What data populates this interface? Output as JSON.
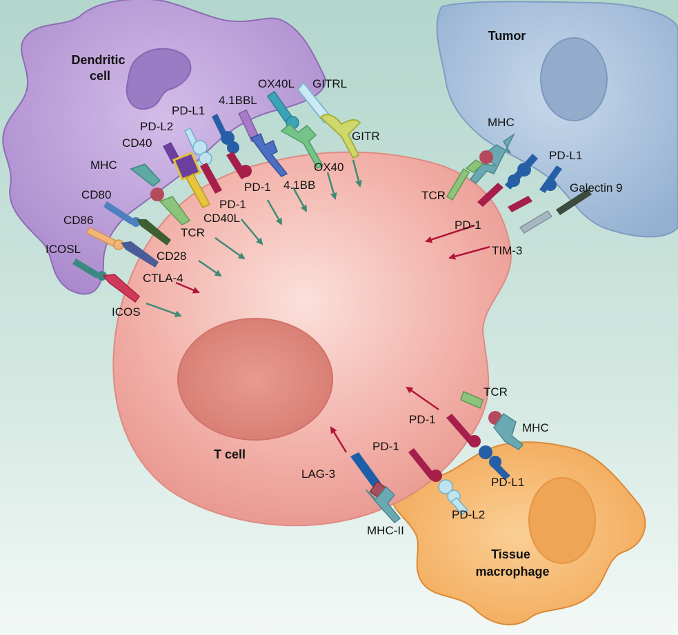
{
  "cells": {
    "dendritic": "Dendritic cell",
    "tumor": "Tumor",
    "tcell": "T cell",
    "macrophage": "Tissue macrophage"
  },
  "cell_label_lines": {
    "dendritic": [
      "Dendritic",
      "cell"
    ],
    "macrophage": [
      "Tissue",
      "macrophage"
    ]
  },
  "labels": {
    "ox40l": "OX40L",
    "gitrl": "GITRL",
    "bbl41": "4.1BBL",
    "pdl1_dc": "PD-L1",
    "pdl2_dc": "PD-L2",
    "cd40": "CD40",
    "mhc_dc": "MHC",
    "cd80": "CD80",
    "cd86": "CD86",
    "icosl": "ICOSL",
    "gitr": "GITR",
    "ox40": "OX40",
    "bb41": "4.1BB",
    "pd1_a": "PD-1",
    "pd1_b": "PD-1",
    "cd40l": "CD40L",
    "tcr_dc": "TCR",
    "cd28": "CD28",
    "ctla4": "CTLA-4",
    "icos": "ICOS",
    "mhc_tumor": "MHC",
    "pdl1_tumor": "PD-L1",
    "tcr_tumor": "TCR",
    "galectin9": "Galectin 9",
    "pd1_tumor": "PD-1",
    "tim3": "TIM-3",
    "tcr_mac": "TCR",
    "mhc_mac": "MHC",
    "pd1_mac_a": "PD-1",
    "pd1_mac_b": "PD-1",
    "lag3": "LAG-3",
    "pdl1_mac": "PD-L1",
    "pdl2_mac": "PD-L2",
    "mhcii": "MHC-II"
  },
  "colors": {
    "background_top": "#b7d8cf",
    "background_bottom": "#f2f7f5",
    "dendritic": "#b9a0d6",
    "tumor": "#a9c1dc",
    "tcell": "#f1a9a3",
    "macrophage": "#f7b26a",
    "stimulatory_arrow": "#3e8a74",
    "inhibitory_arrow": "#b0153a"
  }
}
